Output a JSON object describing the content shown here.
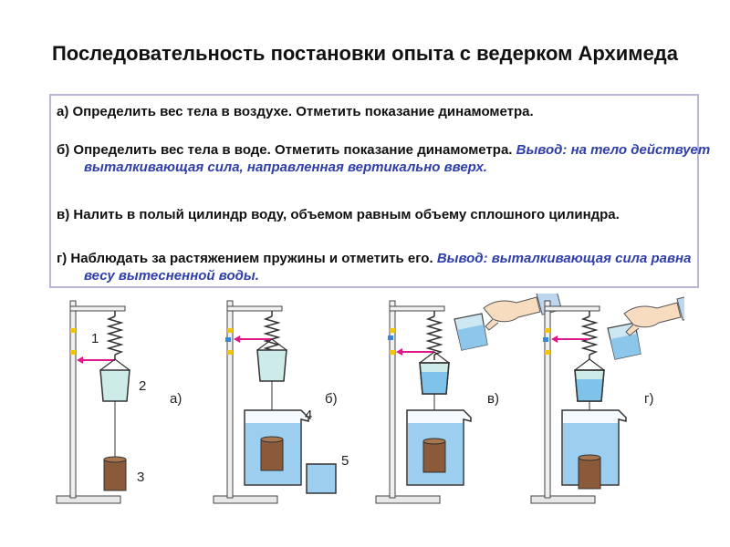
{
  "title": "Последовательность постановки опыта с ведерком Архимеда",
  "steps": {
    "a": "а) Определить вес тела в воздухе. Отметить показание динамометра.",
    "b": "б) Определить вес тела в воде. Отметить показание динамометра.",
    "b_conclusion": "Вывод: на тело действует выталкивающая сила, направленная вертикально вверх.",
    "v": "в) Налить в полый цилиндр воду, объемом равным объему сплошного цилиндра.",
    "g": "г) Наблюдать за растяжением пружины и отметить его.",
    "g_conclusion": "Вывод: выталкивающая сила равна весу вытесненной воды."
  },
  "figure": {
    "numbers": [
      "1",
      "2",
      "3",
      "4",
      "5"
    ],
    "panels": [
      "а)",
      "б)",
      "в)",
      "г)"
    ]
  },
  "colors": {
    "conclusion": "#2f3ea8",
    "border": "#b9b6d9",
    "water": "#9ccfef",
    "pointer": "#e0188c",
    "body": "#8a5a3a"
  }
}
